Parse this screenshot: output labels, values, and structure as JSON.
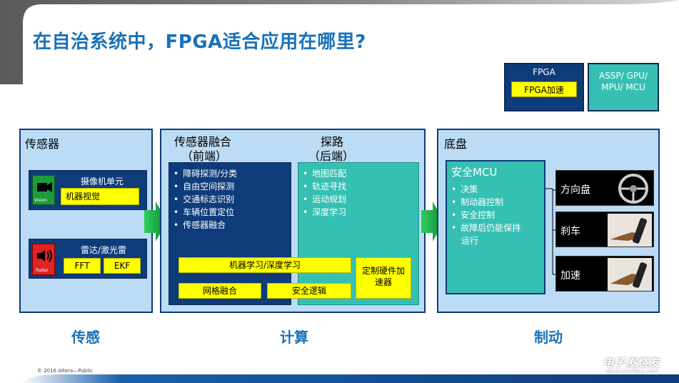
{
  "title": "在自治系统中，FPGA适合应用在哪里?",
  "legend": {
    "fpga_label": "FPGA",
    "fpga_accel_label": "FPGA加速",
    "assp_label_line1": "ASSP/ GPU/",
    "assp_label_line2": "MPU/ MCU"
  },
  "sensors": {
    "title": "传感器",
    "camera_unit": "摄像机单元",
    "machine_vision": "机器视觉",
    "vision_icon_caption": "Vision",
    "radar_unit": "雷达/激光雷",
    "radar_icon_caption": "Radar",
    "fft": "FFT",
    "ekf": "EKF"
  },
  "compute": {
    "fusion_title": "传感器融合",
    "fusion_sub": "（前端）",
    "path_title": "探路",
    "path_sub": "（后端）",
    "fusion_bullets": [
      "障碍探测/分类",
      "自由空间探测",
      "交通标志识别",
      "车辆位置定位",
      "传感器融合"
    ],
    "path_bullets": [
      "地图匹配",
      "轨迹寻找",
      "运动规划",
      "深度学习"
    ],
    "ml_dl": "机器学习/深度学习",
    "grid_fusion": "网格融合",
    "safety_logic": "安全逻辑",
    "custom_hw_line1": "定制硬件加",
    "custom_hw_line2": "速器"
  },
  "chassis": {
    "title": "底盘",
    "mcu_title": "安全MCU",
    "mcu_bullets": [
      "决策",
      "制动器控制",
      "安全控制",
      "故障后仍能保持"
    ],
    "mcu_bullet_cont": "运行",
    "steering": "方向盘",
    "brake": "刹车",
    "accelerate": "加速"
  },
  "sections": {
    "sense": "传感",
    "compute": "计算",
    "control": "制动"
  },
  "footer": {
    "copyright": "© 2016 Altera—Public",
    "watermark": "电子发烧友",
    "watermark_url": "www.elecfans.com"
  },
  "colors": {
    "title_blue": "#1a72b8",
    "dark_blue": "#0e3b7a",
    "panel_light": "#bcdcf5",
    "yellow": "#ffff00",
    "teal": "#36c0b3",
    "green_arrow": "#1db04b"
  }
}
